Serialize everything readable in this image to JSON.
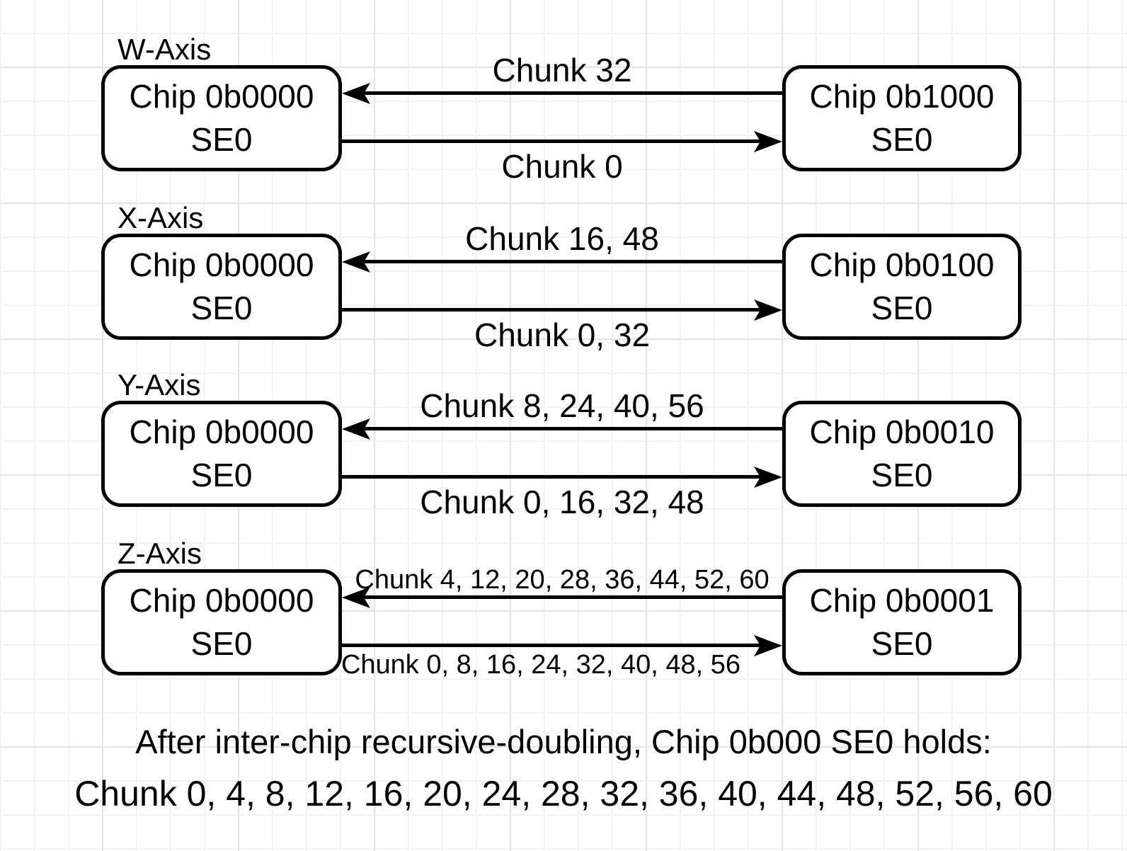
{
  "colors": {
    "stroke": "#000000",
    "background": "#ffffff",
    "grid_minor": "#f3f3f3",
    "grid_major": "#e4e4e4"
  },
  "sections": [
    {
      "axis_label": "W-Axis",
      "left_chip_line1": "Chip 0b0000",
      "left_chip_line2": "SE0",
      "right_chip_line1": "Chip 0b1000",
      "right_chip_line2": "SE0",
      "receive_label": "Chunk 32",
      "send_label": "Chunk 0"
    },
    {
      "axis_label": "X-Axis",
      "left_chip_line1": "Chip 0b0000",
      "left_chip_line2": "SE0",
      "right_chip_line1": "Chip 0b0100",
      "right_chip_line2": "SE0",
      "receive_label": "Chunk 16, 48",
      "send_label": "Chunk 0, 32"
    },
    {
      "axis_label": "Y-Axis",
      "left_chip_line1": "Chip 0b0000",
      "left_chip_line2": "SE0",
      "right_chip_line1": "Chip 0b0010",
      "right_chip_line2": "SE0",
      "receive_label": "Chunk 8, 24, 40, 56",
      "send_label": "Chunk 0, 16, 32, 48"
    },
    {
      "axis_label": "Z-Axis",
      "left_chip_line1": "Chip 0b0000",
      "left_chip_line2": "SE0",
      "right_chip_line1": "Chip 0b0001",
      "right_chip_line2": "SE0",
      "receive_label": "Chunk 4, 12, 20, 28, 36, 44, 52, 60",
      "send_label": "Chunk 0, 8, 16, 24, 32, 40, 48, 56"
    }
  ],
  "footer": {
    "line1": "After inter-chip recursive-doubling, Chip 0b000 SE0 holds:",
    "line2": "Chunk 0, 4, 8, 12, 16, 20, 24, 28, 32, 36, 40, 44, 48, 52, 56, 60"
  }
}
